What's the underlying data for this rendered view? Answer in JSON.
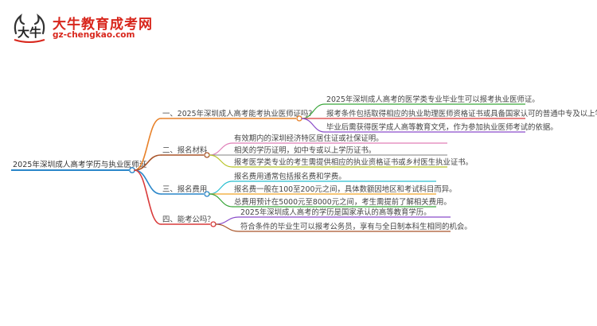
{
  "brand": {
    "title": "大牛教育成考网",
    "url": "gz-chengkao.com",
    "mark_text": "大牛",
    "accent_color": "#d8261c"
  },
  "mindmap": {
    "root": "2025年深圳成人高考学历与执业医师证",
    "branches": [
      {
        "label": "一、2025年深圳成人高考能考执业医师证吗？",
        "color": "#e8822a",
        "children": [
          {
            "text": "2025年深圳成人高考的医学类专业毕业生可以报考执业医师证。",
            "color": "#3aa63a"
          },
          {
            "text": "报考条件包括取得相应的执业助理医师资格证书或具备国家认可的普通中专及以上学历。",
            "color": "#d93a3a"
          },
          {
            "text": "毕业后需获得医学成人高等教育文凭，作为参加执业医师考试的依据。",
            "color": "#8a4cc9"
          }
        ]
      },
      {
        "label": "二、报名材料",
        "color": "#a9552a",
        "children": [
          {
            "text": "有效期内的深圳经济特区居住证或社保证明。",
            "color": "#e07fb8"
          },
          {
            "text": "相关的学历证明，如中专或以上学历证书。",
            "color": "#9a9a9a"
          },
          {
            "text": "报考医学类专业的考生需提供相应的执业资格证书或乡村医生执业证书。",
            "color": "#b8c428"
          }
        ]
      },
      {
        "label": "三、报名费用",
        "color": "#2a86c9",
        "children": [
          {
            "text": "报名费用通常包括报名费和学费。",
            "color": "#29bfd0"
          },
          {
            "text": "报名费一般在100至200元之间，具体数额因地区和考试科目而异。",
            "color": "#f0a428"
          },
          {
            "text": "总费用预计在5000元至8000元之间，考生需提前了解相关费用。",
            "color": "#3aa63a"
          }
        ]
      },
      {
        "label": "四、能考公吗？",
        "color": "#d93a3a",
        "children": [
          {
            "text": "2025年深圳成人高考的学历是国家承认的高等教育学历。",
            "color": "#8a4cc9"
          },
          {
            "text": "符合条件的毕业生可以报考公务员，享有与全日制本科生相同的机会。",
            "color": "#a9552a"
          }
        ]
      }
    ],
    "root_color": "#2a86c9"
  }
}
